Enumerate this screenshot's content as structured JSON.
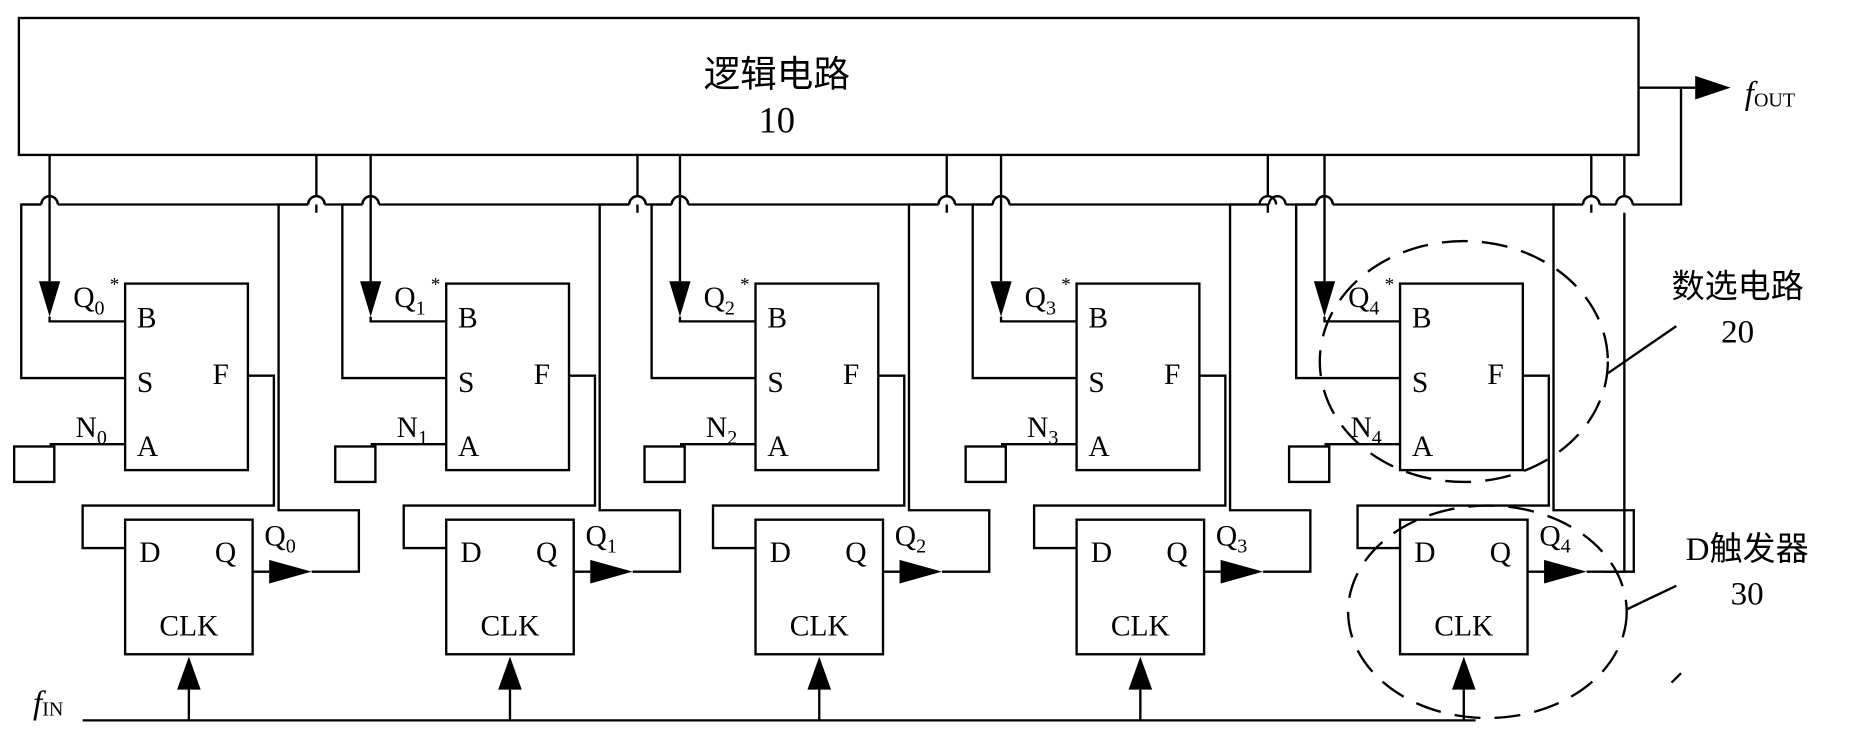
{
  "logic_block": {
    "title": "逻辑电路",
    "number": "10"
  },
  "output_signal": {
    "main": "f",
    "sub": "OUT"
  },
  "input_signal": {
    "main": "f",
    "sub": "IN"
  },
  "mux_pins": {
    "b": "B",
    "s": "S",
    "a": "A",
    "f": "F"
  },
  "dff_pins": {
    "d": "D",
    "q": "Q",
    "clk": "CLK"
  },
  "stages": [
    {
      "index": "0",
      "q_star": "Q",
      "n": "N",
      "q": "Q"
    },
    {
      "index": "1",
      "q_star": "Q",
      "n": "N",
      "q": "Q"
    },
    {
      "index": "2",
      "q_star": "Q",
      "n": "N",
      "q": "Q"
    },
    {
      "index": "3",
      "q_star": "Q",
      "n": "N",
      "q": "Q"
    },
    {
      "index": "4",
      "q_star": "Q",
      "n": "N",
      "q": "Q"
    }
  ],
  "star": "*",
  "callouts": {
    "mux": {
      "title": "数选电路",
      "number": "20"
    },
    "dff": {
      "title": "D触发器",
      "number": "30"
    }
  }
}
